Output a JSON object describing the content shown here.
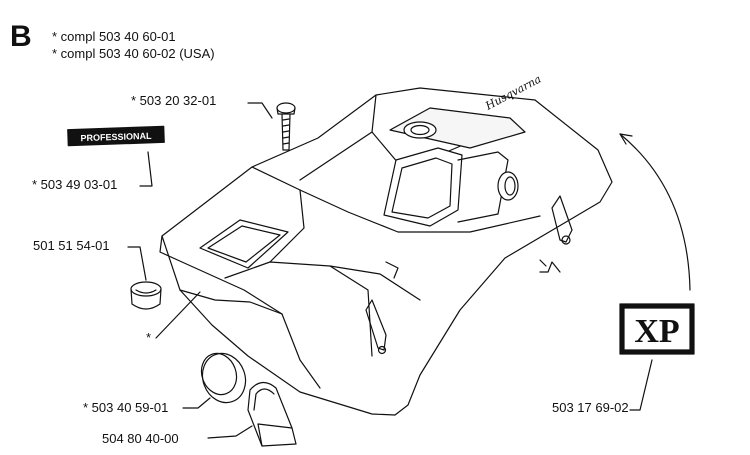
{
  "section_letter": "B",
  "header_lines": [
    "*  compl 503 40 60-01",
    "*  compl 503 40 60-02 (USA)"
  ],
  "parts": {
    "screw": "*  503 20 32-01",
    "decal": "*  503 49 03-01",
    "plug": "501 51 54-01",
    "star_note": "*",
    "cap": "*  503 40 59-01",
    "cover_small": "504 80 40-00",
    "xp_decal": "503 17 69-02"
  },
  "decal_text": "PROFESSIONAL",
  "xp_text": "XP",
  "cover_text": "Husqvarna"
}
